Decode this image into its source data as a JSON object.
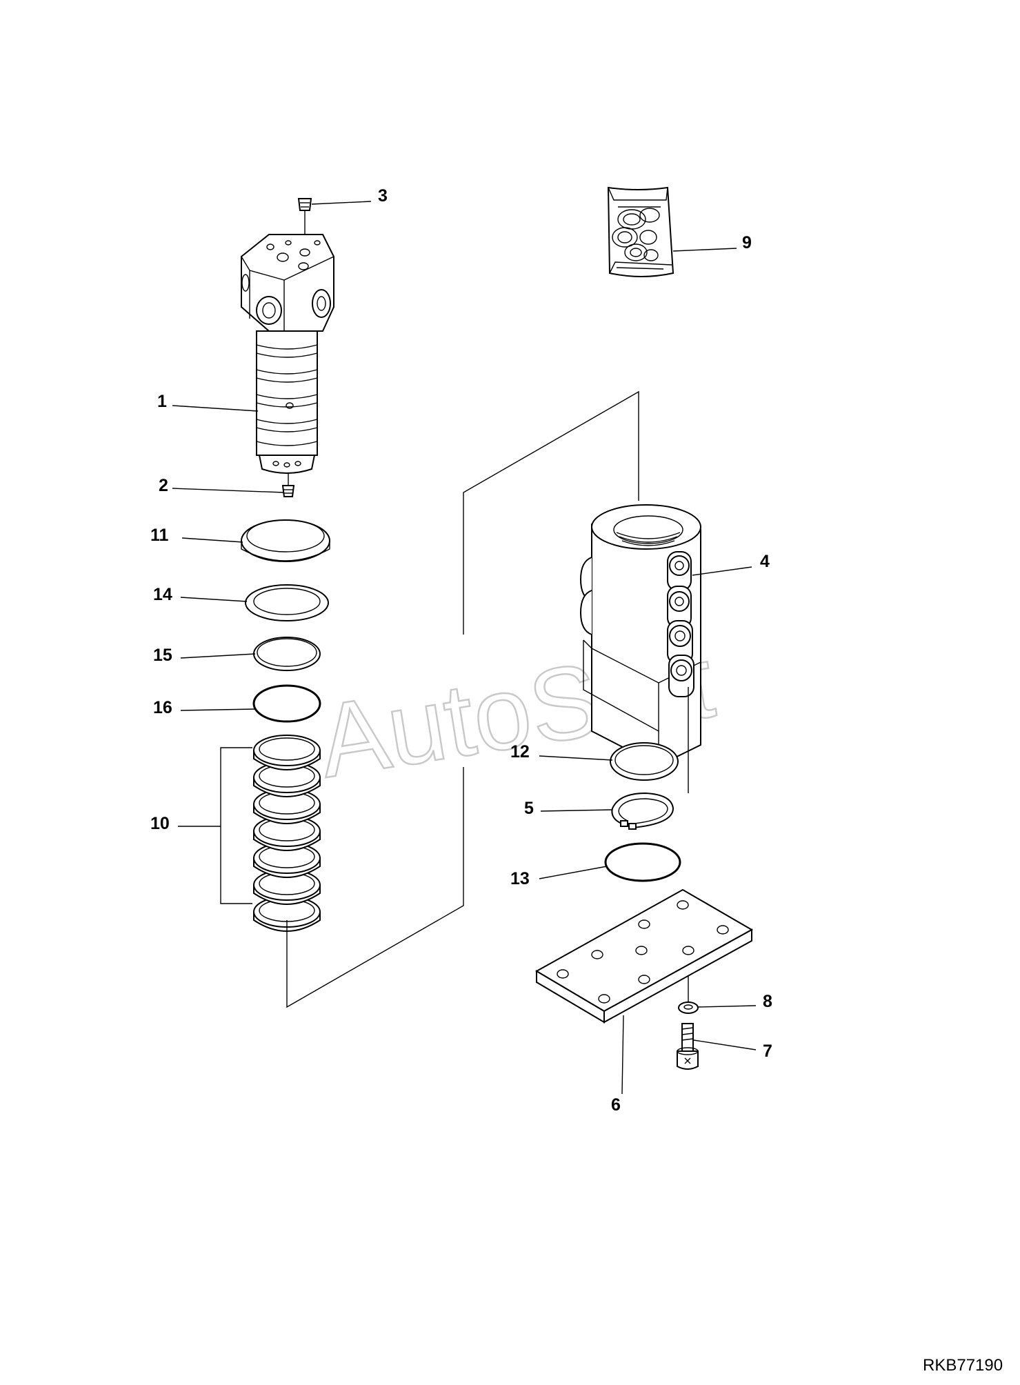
{
  "watermark": "AutoSoft",
  "drawing_ref": "RKB77190",
  "callouts": [
    {
      "id": "1",
      "label": "1"
    },
    {
      "id": "2",
      "label": "2"
    },
    {
      "id": "3",
      "label": "3"
    },
    {
      "id": "4",
      "label": "4"
    },
    {
      "id": "5",
      "label": "5"
    },
    {
      "id": "6",
      "label": "6"
    },
    {
      "id": "7",
      "label": "7"
    },
    {
      "id": "8",
      "label": "8"
    },
    {
      "id": "9",
      "label": "9"
    },
    {
      "id": "10",
      "label": "10"
    },
    {
      "id": "11",
      "label": "11"
    },
    {
      "id": "12",
      "label": "12"
    },
    {
      "id": "13",
      "label": "13"
    },
    {
      "id": "14",
      "label": "14"
    },
    {
      "id": "15",
      "label": "15"
    },
    {
      "id": "16",
      "label": "16"
    }
  ]
}
